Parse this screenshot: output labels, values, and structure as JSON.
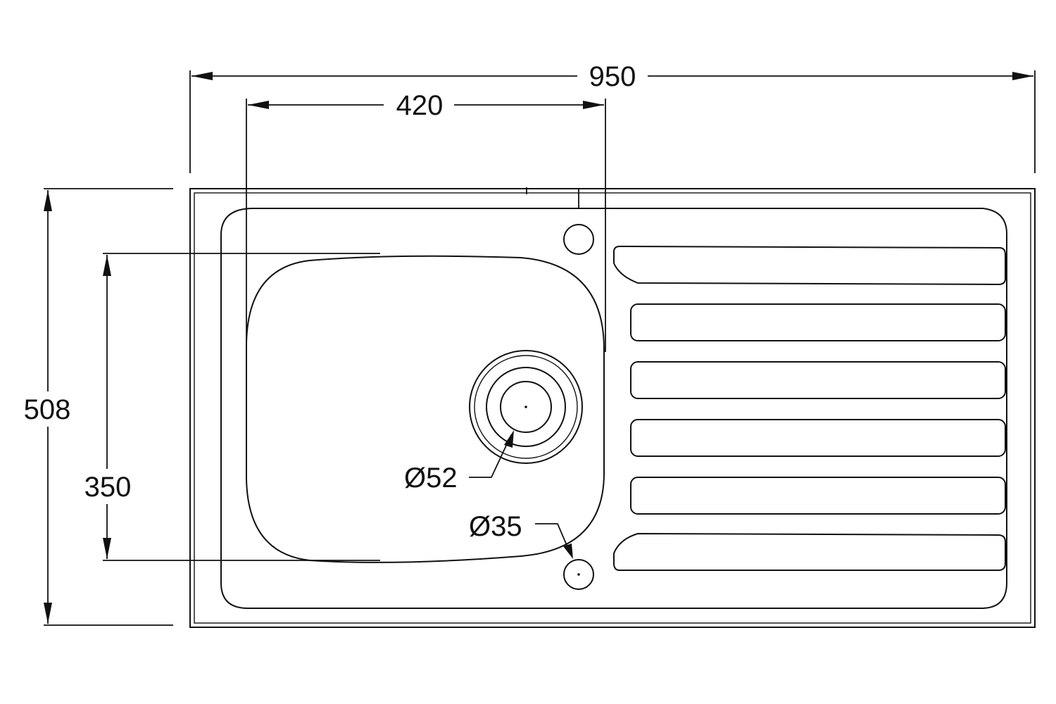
{
  "dimensions": {
    "overall_width": "950",
    "bowl_width": "420",
    "overall_height": "508",
    "bowl_height": "350",
    "waste_diameter": "Ø52",
    "tap_hole_diameter": "Ø35"
  },
  "colors": {
    "line": "#111111",
    "background": "#ffffff"
  }
}
